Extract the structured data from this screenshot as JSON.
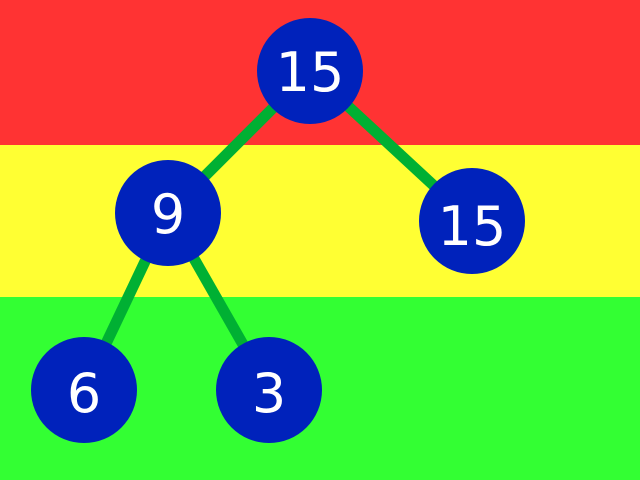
{
  "bands": {
    "top_color": "#ff3333",
    "middle_color": "#ffff33",
    "bottom_color": "#33ff33"
  },
  "colors": {
    "node_fill": "#0022bb",
    "node_text": "#ffffff",
    "edge": "#00b033"
  },
  "tree": {
    "nodes": [
      {
        "id": "root",
        "label": "15"
      },
      {
        "id": "left",
        "label": "9"
      },
      {
        "id": "right",
        "label": "15"
      },
      {
        "id": "left-left",
        "label": "6"
      },
      {
        "id": "left-right",
        "label": "3"
      }
    ],
    "edges": [
      {
        "from": "root",
        "to": "left"
      },
      {
        "from": "root",
        "to": "right"
      },
      {
        "from": "left",
        "to": "left-left"
      },
      {
        "from": "left",
        "to": "left-right"
      }
    ]
  }
}
